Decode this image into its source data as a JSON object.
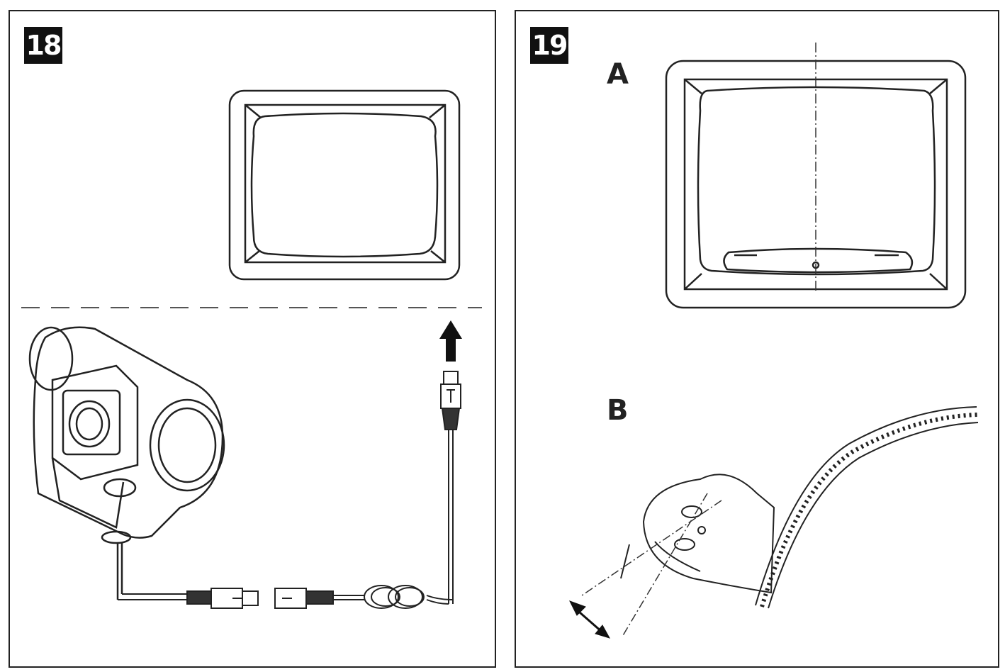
{
  "panels": [
    {
      "number": "18"
    },
    {
      "number": "19",
      "sublabels": [
        "A",
        "B"
      ]
    }
  ],
  "icons": [
    "monitor-icon",
    "camera-icon",
    "connector-plug-icon",
    "arrow-up-icon",
    "double-arrow-icon",
    "mounting-bracket-icon",
    "cable-coil-icon"
  ]
}
